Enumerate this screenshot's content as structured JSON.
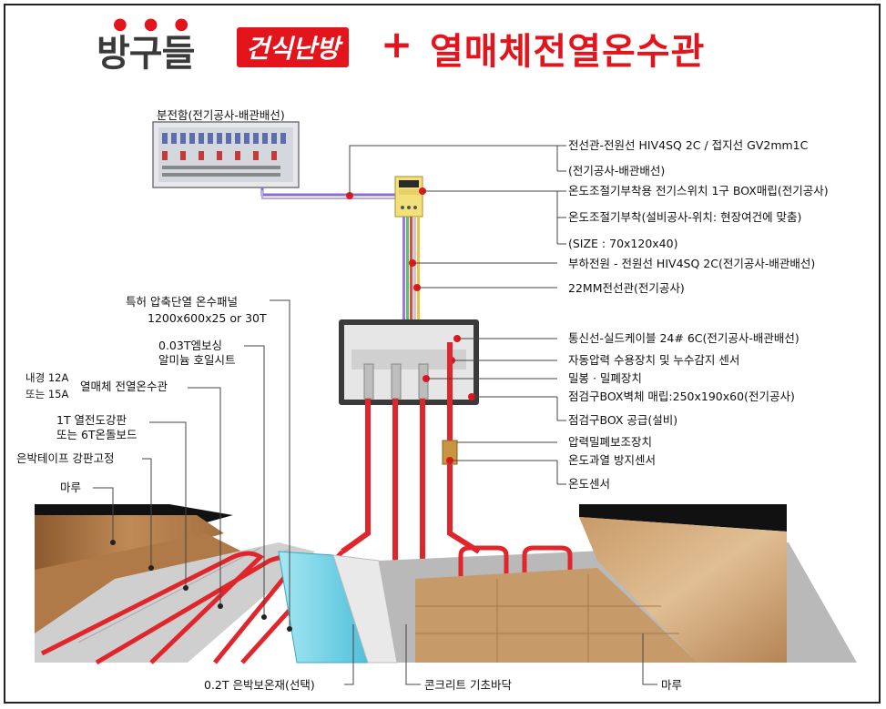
{
  "header": {
    "brand": "방구들",
    "badge": "건식난방",
    "plus": "+",
    "headline": "열매체전열온수관"
  },
  "panel": {
    "label": "분전함(전기공사-배관배선)"
  },
  "right_labels": [
    "전선관-전원선 HIV4SQ 2C / 접지선 GV2mm1C",
    "(전기공사-배관배선)",
    "온도조절기부착용 전기스위치 1구 BOX매립(전기공사)",
    "온도조절기부착(설비공사-위치: 현장여건에 맞춤)",
    "(SIZE : 70x120x40)",
    "부하전원 - 전원선 HIV4SQ 2C(전기공사-배관배선)",
    "22MM전선관(전기공사)",
    "통신선-실드케이블 24# 6C(전기공사-배관배선)",
    "자동압력 수용장치 및 누수감지 센서",
    "밀봉 · 밀폐장치",
    "점검구BOX벽체 매립:250x190x60(전기공사)",
    "점검구BOX 공급(설비)",
    "압력밀폐보조장치",
    "온도과열 방지센서",
    "온도센서"
  ],
  "left_labels": {
    "panel_insulation": "특허 압축단열 온수패널",
    "panel_size": "1200x600x25 or 30T",
    "foil_1": "0.03T엠보싱",
    "foil_2": "알미늄 호일시트",
    "pipe_size_1": "내경 12A",
    "pipe_size_2": "또는 15A",
    "pipe_name": "열매체 전열온수관",
    "plate_1": "1T  열전도강판",
    "plate_2": "또는 6T온돌보드",
    "tape": "은박테이프 강판고정",
    "floor_left": "마루"
  },
  "bottom_labels": {
    "insulation": "0.2T 은박보온재(선택)",
    "concrete": "콘크리트 기초바닥",
    "floor_right": "마루"
  },
  "colors": {
    "accent": "#e3141b",
    "pipe": "#e0262b",
    "wood": "#b07a48",
    "wood_light": "#d9b48a",
    "teal": "#7fd6e8",
    "plate": "#c9c9c9"
  }
}
